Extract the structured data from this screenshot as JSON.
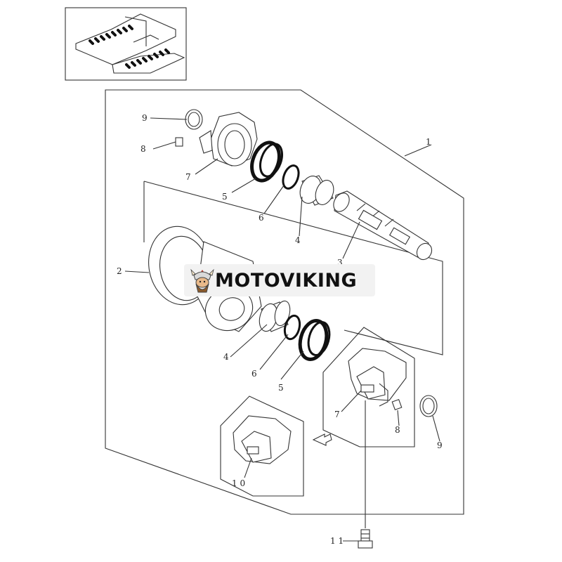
{
  "watermark": {
    "brand": "MOTOVIKING",
    "mascot_icon": "viking-mascot-icon",
    "accent_color": "#c0392b"
  },
  "callouts": {
    "main_assembly": "1",
    "roller_body": "2",
    "shaft": "3",
    "bushing_top": "4",
    "bushing_bottom": "4",
    "seal_top": "5",
    "seal_bottom": "5",
    "oring_top": "6",
    "oring_bottom": "6",
    "collar_top": "7",
    "collar_bottom": "7",
    "plug_top": "8",
    "plug_bottom": "8",
    "ring_top": "9",
    "ring_bottom": "9",
    "collar_alt": "1 0",
    "bolt": "1 1"
  }
}
